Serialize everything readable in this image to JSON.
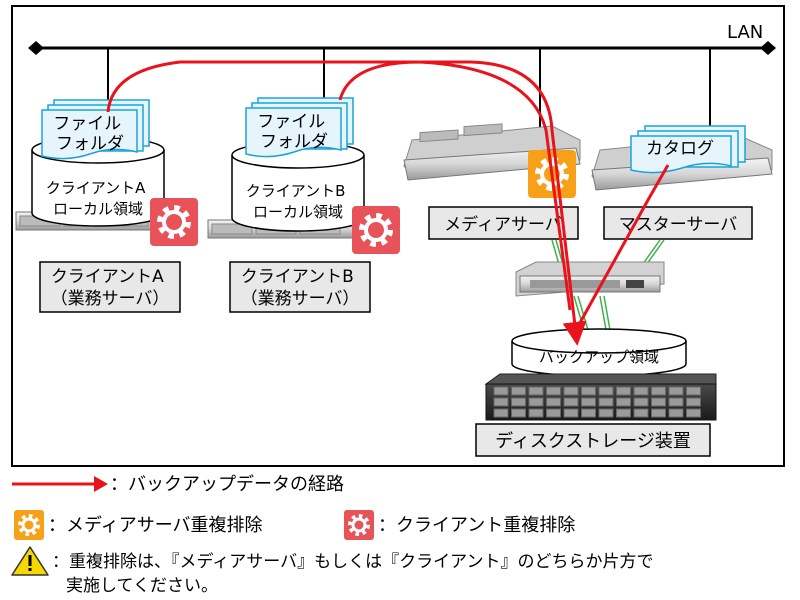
{
  "network": {
    "lan_label": "LAN"
  },
  "clients": [
    {
      "folder_label": [
        "ファイル",
        "フォルダ"
      ],
      "storage_label": [
        "クライアントA",
        "ローカル領域"
      ],
      "server_label": [
        "クライアントA",
        "（業務サーバ）"
      ]
    },
    {
      "folder_label": [
        "ファイル",
        "フォルダ"
      ],
      "storage_label": [
        "クライアントB",
        "ローカル領域"
      ],
      "server_label": [
        "クライアントB",
        "（業務サーバ）"
      ]
    }
  ],
  "media_server": {
    "label": "メディアサーバ"
  },
  "master_server": {
    "label": "マスターサーバ",
    "catalog_label": "カタログ"
  },
  "backup_area": {
    "label": "バックアップ領域"
  },
  "disk_storage": {
    "label": "ディスクストレージ装置"
  },
  "legend": {
    "route_label": "：バックアップデータの経路",
    "media_dedup_label": "：メディアサーバ重複排除",
    "client_dedup_label": "：クライアント重複排除"
  },
  "note": {
    "lines": [
      "：重複排除は、『メディアサーバ』もしくは『クライアント』のどちらか片方で",
      "実施してください。"
    ]
  },
  "colors": {
    "route": "#e8131c",
    "media_gear": "#f7a11a",
    "client_gear": "#e8535a",
    "fc_link": "#3db34a",
    "folder_fill": "#e6f4fb",
    "folder_stroke": "#1aa3d9",
    "label_box": "#e8e8e8",
    "warning": "#f5d800"
  }
}
